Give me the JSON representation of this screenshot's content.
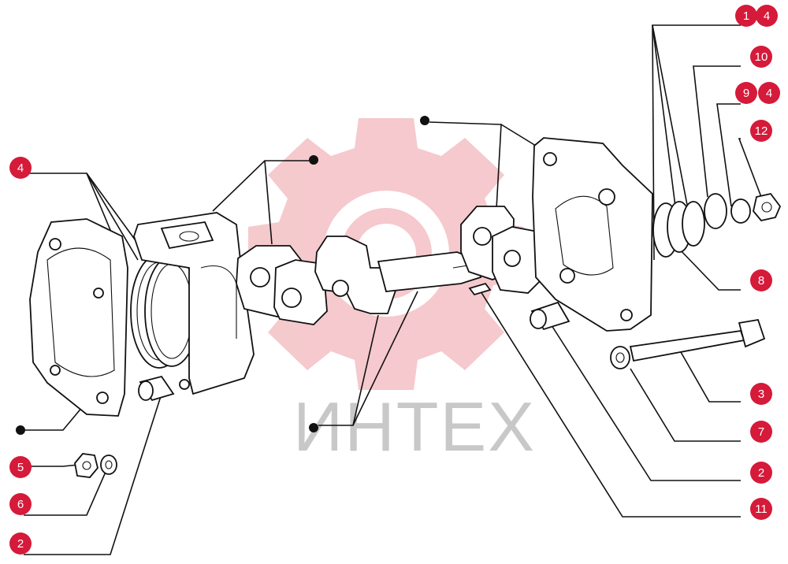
{
  "watermark": {
    "text": "ИНТЕХ",
    "gear_color": "#f4c4c8"
  },
  "colors": {
    "badge": "#d51a3a",
    "line": "#111111"
  },
  "labels": [
    {
      "id": "l1",
      "text": "1"
    },
    {
      "id": "l4a",
      "text": "4"
    },
    {
      "id": "l10",
      "text": "10"
    },
    {
      "id": "l9",
      "text": "9"
    },
    {
      "id": "l4b",
      "text": "4"
    },
    {
      "id": "l12",
      "text": "12"
    },
    {
      "id": "l4c",
      "text": "4"
    },
    {
      "id": "l8",
      "text": "8"
    },
    {
      "id": "l3",
      "text": "3"
    },
    {
      "id": "l7",
      "text": "7"
    },
    {
      "id": "l2a",
      "text": "2"
    },
    {
      "id": "l11",
      "text": "11"
    },
    {
      "id": "l5",
      "text": "5"
    },
    {
      "id": "l6",
      "text": "6"
    },
    {
      "id": "l2b",
      "text": "2"
    }
  ]
}
